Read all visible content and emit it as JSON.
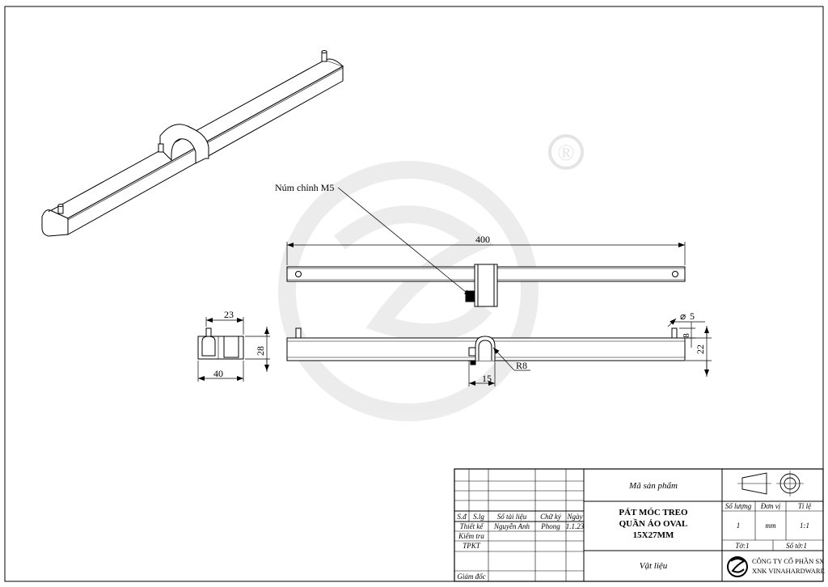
{
  "callout": {
    "label": "Núm chỉnh M5"
  },
  "dimensions": {
    "overall_length": "400",
    "end_width": "23",
    "end_height": "28",
    "end_depth": "40",
    "hole_diameter": "5",
    "hole_offset": "8",
    "bar_height": "22",
    "bracket_width": "15",
    "bracket_radius": "R8"
  },
  "title_block": {
    "product_code_label": "Mã sản phẩm",
    "title_lines": [
      "PÁT MÓC TREO",
      "QUẦN ÁO OVAL",
      "15X27MM"
    ],
    "material_label": "Vật liệu",
    "revision_headers": [
      "S.đ",
      "S.lg",
      "Số tài liệu",
      "Chữ ký",
      "Ngày"
    ],
    "roles": [
      {
        "role": "Thiết kế",
        "name": "Nguyễn Anh",
        "signature": "Phong",
        "date": "1.1.23"
      },
      {
        "role": "Kiểm tra",
        "name": "",
        "signature": "",
        "date": ""
      },
      {
        "role": "TPKT",
        "name": "",
        "signature": "",
        "date": ""
      },
      {
        "role": "Giám đốc",
        "name": "",
        "signature": "",
        "date": ""
      }
    ],
    "quantity_label": "Số lượng",
    "unit_label": "Đơn vị",
    "scale_label": "Tỉ lệ",
    "quantity": "1",
    "unit": "mm",
    "scale": "1:1",
    "sheet_label": "Tờ:1",
    "sheets_label": "Số tờ:1",
    "company_lines": [
      "CÔNG TY CỔ PHẦN SX",
      "XNK VINAHARDWARE"
    ]
  },
  "watermark": {
    "registered_mark": "®"
  }
}
